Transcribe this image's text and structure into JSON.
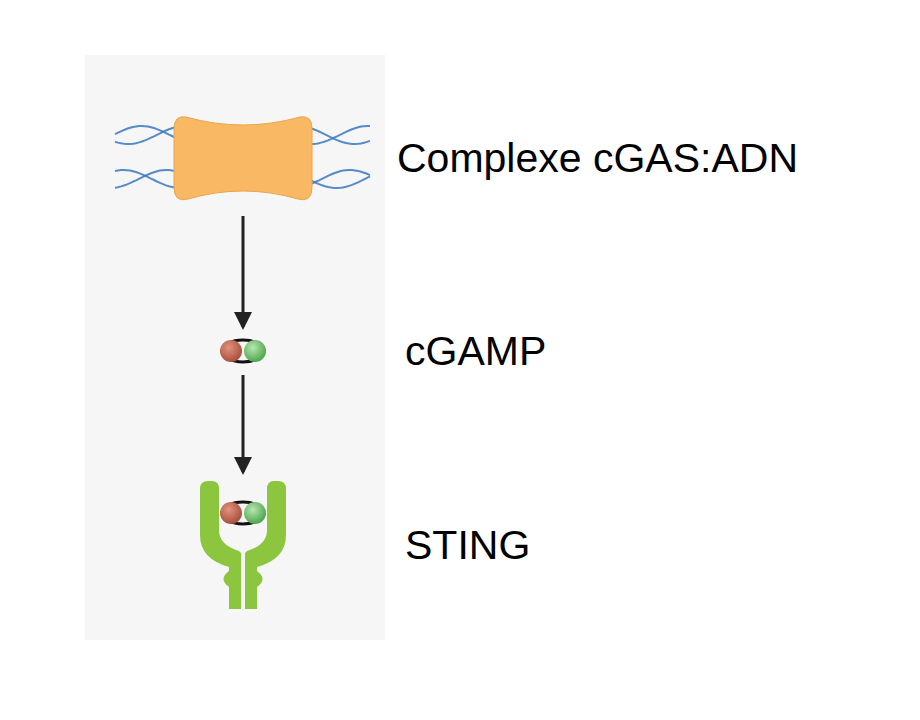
{
  "diagram": {
    "nodes": [
      {
        "text": [
          "Complexe cGAS:ADN"
        ]
      },
      {
        "text": [
          "cGAMP"
        ]
      },
      {
        "text": [
          "STING"
        ]
      }
    ],
    "edges": [
      {
        "from": 0,
        "to": 1,
        "arrow": "to"
      },
      {
        "from": 1,
        "to": 2,
        "arrow": "to"
      }
    ]
  }
}
